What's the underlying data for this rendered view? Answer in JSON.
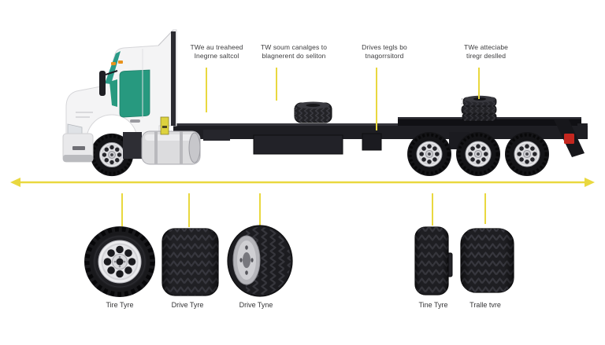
{
  "diagram": {
    "subject": "truck-tyre-position-diagram"
  },
  "colors": {
    "background": "#ffffff",
    "accent_yellow": "#e9d83f",
    "label_text": "#3c3c3e",
    "chassis_dark": "#1e1e23",
    "cab_white": "#f4f4f5",
    "window_teal": "#28997f",
    "rim_silver": "#e8e8ea",
    "taillight_red": "#c4271f",
    "marker_amber": "#e8921c"
  },
  "callouts": {
    "top": [
      {
        "text_line1": "TWe au treaheed",
        "text_line2": "Inegrne saltcol"
      },
      {
        "text_line1": "TW soum canalges to",
        "text_line2": "blagnerent do seliton"
      },
      {
        "text_line1": "Drives tegls bo",
        "text_line2": "tnagorrsitord"
      },
      {
        "text_line1": "TWe atteciabe",
        "text_line2": "tiregr deslled"
      }
    ],
    "bottom": [
      {
        "label": "Tire Tyre"
      },
      {
        "label": "Drive Tyre"
      },
      {
        "label": "Drive Tyne"
      },
      {
        "label": "Tine Tyre"
      },
      {
        "label": "Tralle tvre"
      }
    ]
  }
}
